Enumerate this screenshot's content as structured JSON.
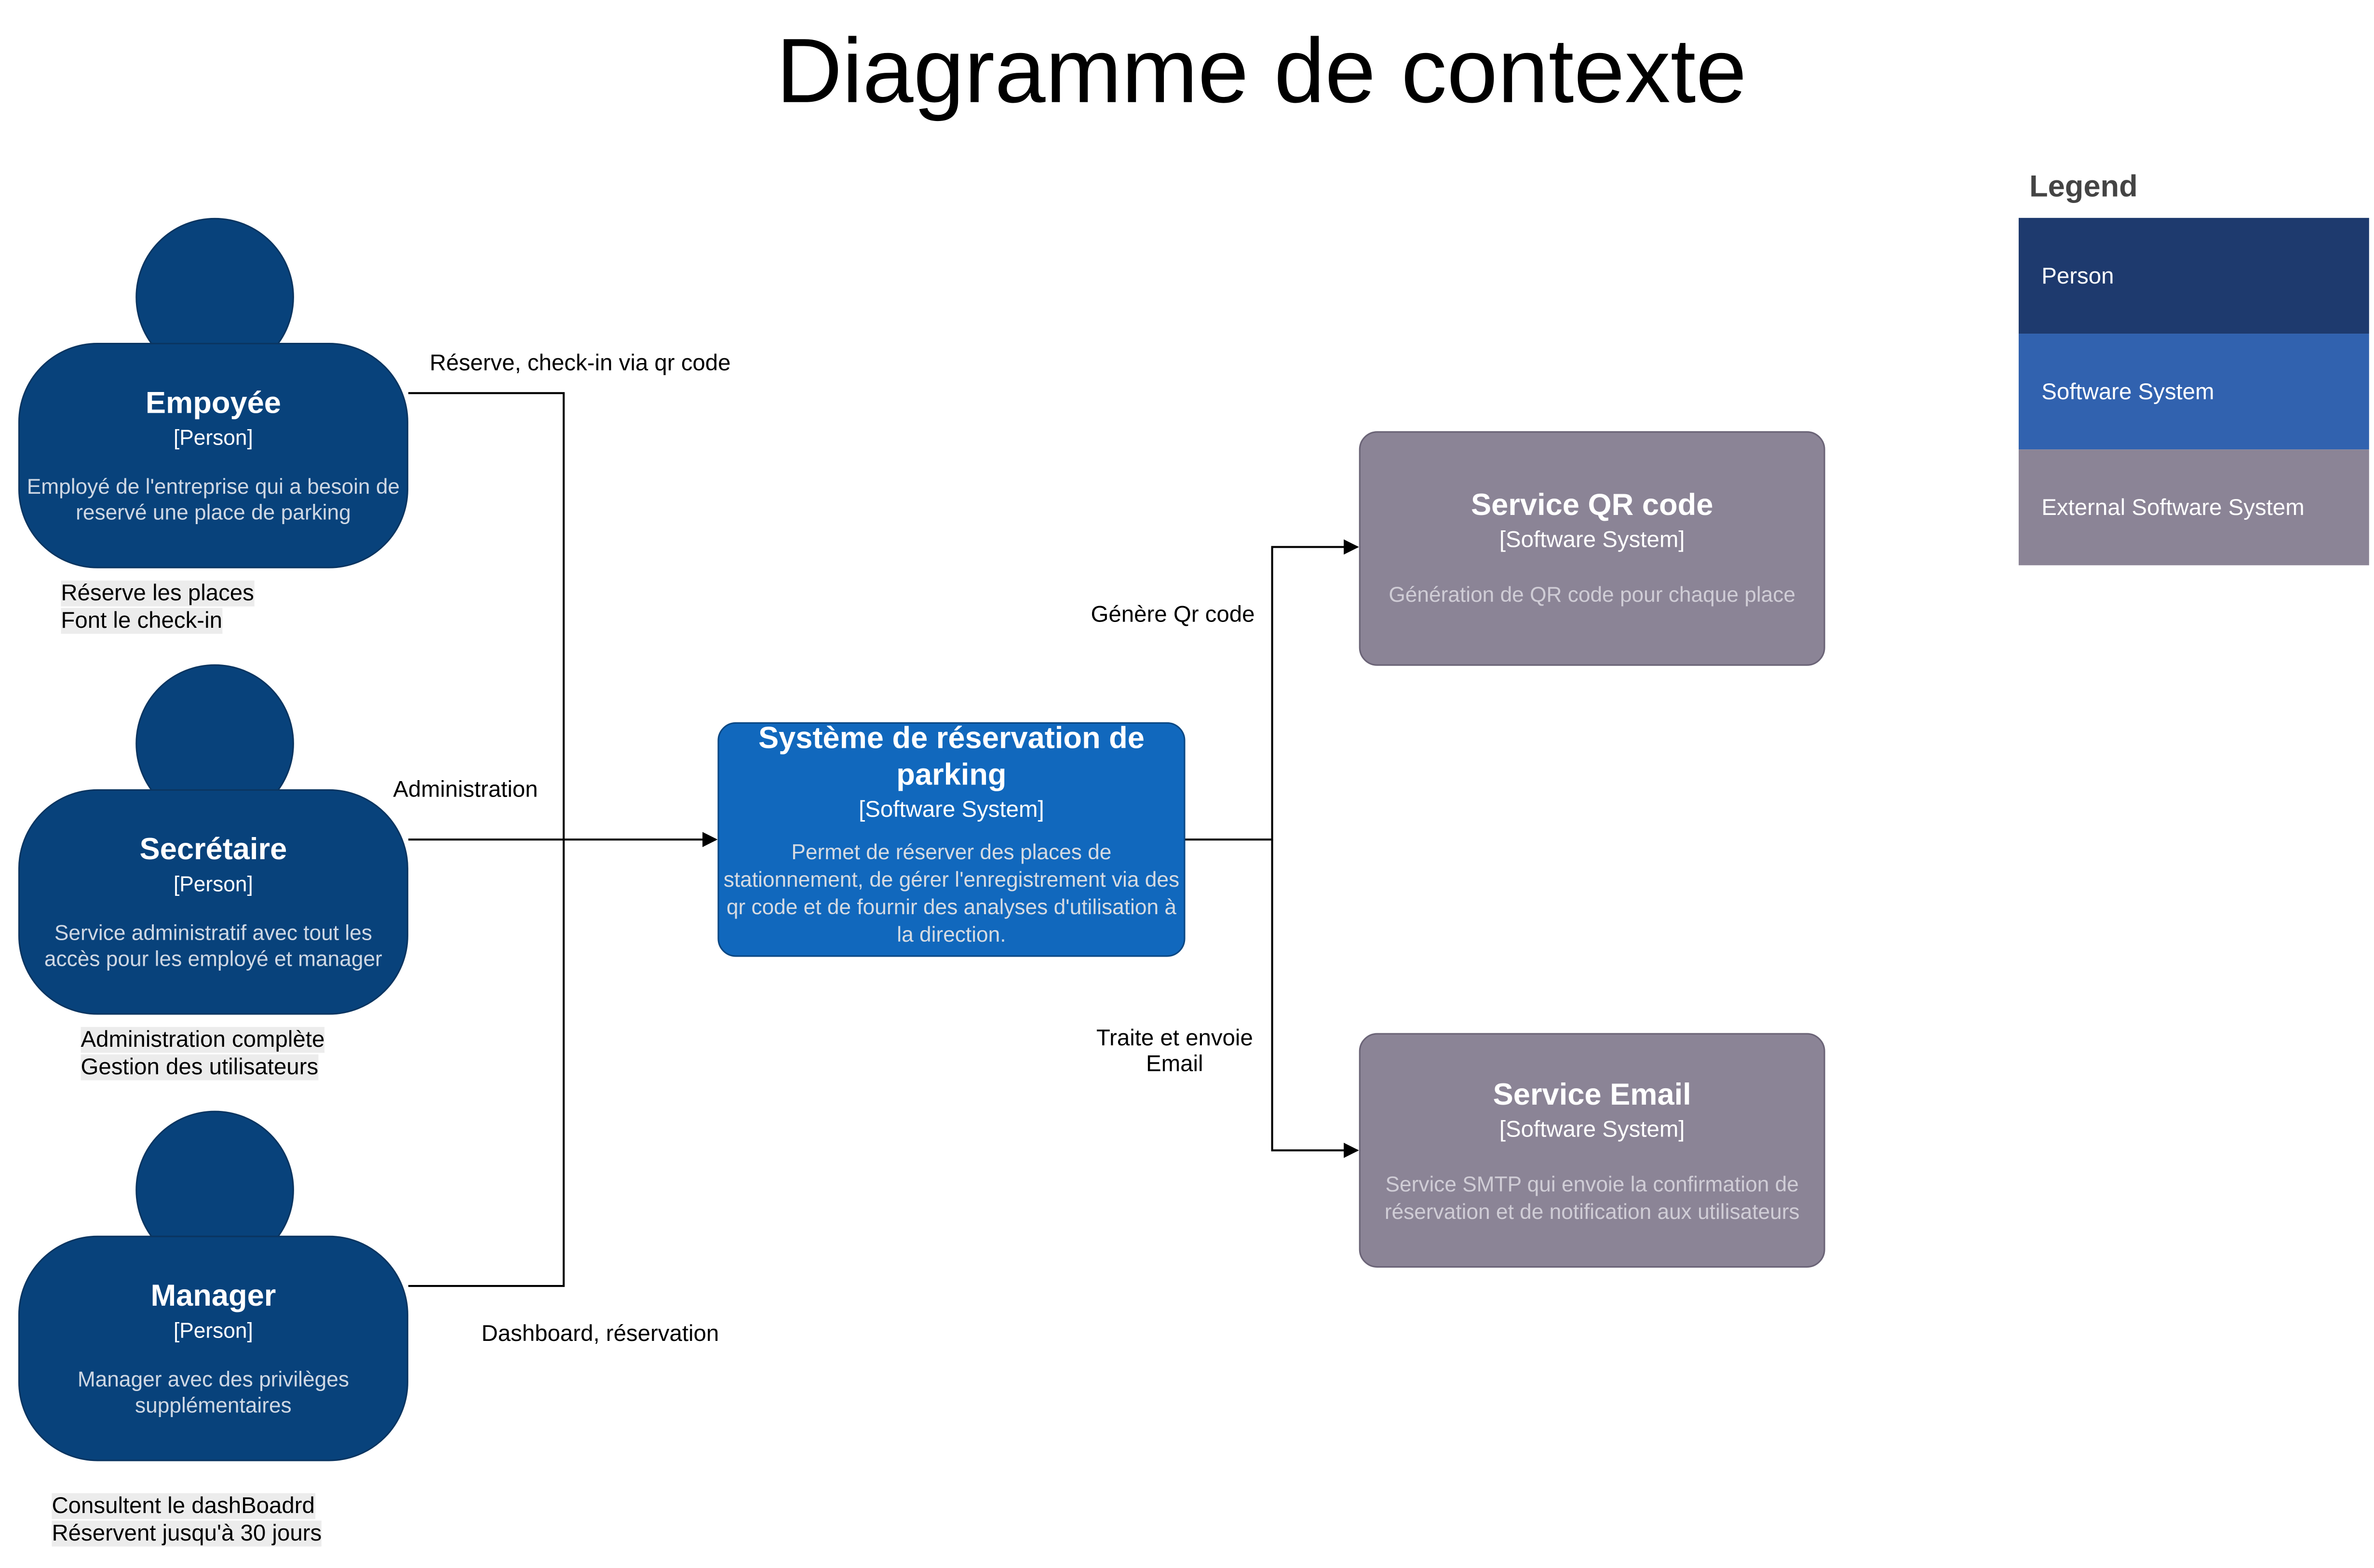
{
  "title": "Diagramme de contexte",
  "persons": [
    {
      "name": "Empoyée",
      "type": "[Person]",
      "description": "Employé de l'entreprise qui a besoin de reservé une place de parking",
      "note_lines": [
        "Réserve les places",
        "Font le check-in"
      ]
    },
    {
      "name": "Secrétaire",
      "type": "[Person]",
      "description": "Service administratif avec tout les accès pour les employé et manager",
      "note_lines": [
        "Administration complète",
        "Gestion des utilisateurs"
      ]
    },
    {
      "name": "Manager",
      "type": "[Person]",
      "description": "Manager avec des privilèges supplémentaires",
      "note_lines": [
        "Consultent le dashBoadrd",
        "Réservent jusqu'à 30 jours"
      ]
    }
  ],
  "main_system": {
    "name": "Système de réservation de parking",
    "type": "[Software System]",
    "description": "Permet de réserver des places de stationnement, de gérer l'enregistrement via des qr code et de fournir des analyses d'utilisation à la direction."
  },
  "external_systems": [
    {
      "name": "Service QR code",
      "type": "[Software System]",
      "description": "Génération de QR code pour chaque place"
    },
    {
      "name": "Service Email",
      "type": "[Software System]",
      "description": "Service SMTP qui envoie la confirmation de réservation et de notification aux utilisateurs"
    }
  ],
  "relationships": {
    "employee": "Réserve, check-in via qr code",
    "secretary": "Administration",
    "manager": "Dashboard, réservation",
    "qr": "Génère Qr code",
    "email_line1": "Traite et envoie",
    "email_line2": "Email"
  },
  "legend": {
    "title": "Legend",
    "items": [
      {
        "label": "Person",
        "color": "#1e3a6e"
      },
      {
        "label": "Software System",
        "color": "#3162af"
      },
      {
        "label": "External Software System",
        "color": "#8b8496"
      }
    ]
  },
  "colors": {
    "person": "#08427b",
    "software_system": "#1168bd",
    "external_system": "#8b8496"
  }
}
